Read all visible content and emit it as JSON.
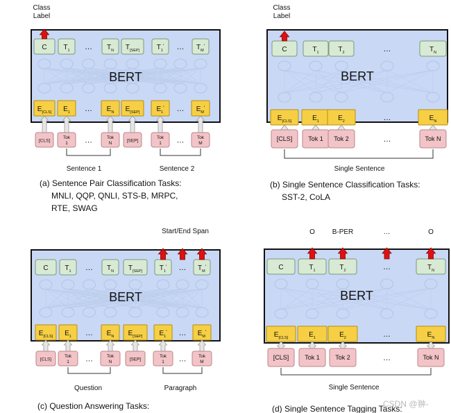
{
  "watermark": "CSDN @翀-",
  "colors": {
    "bert_fill": "#c9d8f5",
    "box_stroke": "#111111",
    "t_fill": "#d8ead3",
    "t_stroke": "#7a9a7a",
    "e_fill": "#f6cf44",
    "e_stroke": "#b58e10",
    "tok_fill": "#f2c4c8",
    "tok_stroke": "#b9868a",
    "arrow_red": "#dd1111",
    "arrow_grey": "#e6e6e6",
    "arrow_grey_stroke": "#9a9a9a"
  },
  "panels": [
    {
      "id": "a",
      "bert_label": "BERT",
      "top_label": [
        "Class",
        "Label"
      ],
      "out_labels": [],
      "span_label": "",
      "t_tokens": [
        [
          "C",
          ""
        ],
        [
          "T",
          "1"
        ],
        [
          "…",
          ""
        ],
        [
          "T",
          "N"
        ],
        [
          "T",
          "[SEP]"
        ],
        [
          "T",
          "1",
          "'"
        ],
        [
          "…",
          ""
        ],
        [
          "T",
          "M",
          "'"
        ]
      ],
      "e_tokens": [
        [
          "E",
          "[CLS]"
        ],
        [
          "E",
          "1"
        ],
        [
          "…",
          ""
        ],
        [
          "E",
          "N"
        ],
        [
          "E",
          "[SEP]"
        ],
        [
          "E",
          "1",
          "'"
        ],
        [
          "…",
          ""
        ],
        [
          "E",
          "M",
          "'"
        ]
      ],
      "in_tokens": [
        [
          "[CLS]"
        ],
        [
          "Tok",
          "1"
        ],
        [
          "…"
        ],
        [
          "Tok",
          "N"
        ],
        [
          "[SEP]"
        ],
        [
          "Tok",
          "1"
        ],
        [
          "…"
        ],
        [
          "Tok",
          "M"
        ]
      ],
      "groups": [
        {
          "label": "Sentence 1"
        },
        {
          "label": "Sentence 2"
        }
      ],
      "caption": [
        "(a) Sentence Pair Classification Tasks:",
        "MNLI, QQP, QNLI, STS-B, MRPC,",
        "RTE, SWAG"
      ]
    },
    {
      "id": "b",
      "bert_label": "BERT",
      "top_label": [
        "Class",
        "Label"
      ],
      "out_labels": [],
      "span_label": "",
      "t_tokens": [
        [
          "C",
          ""
        ],
        [
          "T",
          "1"
        ],
        [
          "T",
          "2"
        ],
        [
          "…",
          ""
        ],
        [
          "T",
          "N"
        ]
      ],
      "e_tokens": [
        [
          "E",
          "[CLS]"
        ],
        [
          "E",
          "1"
        ],
        [
          "E",
          "2"
        ],
        [
          "…",
          ""
        ],
        [
          "E",
          "N"
        ]
      ],
      "in_tokens": [
        [
          "[CLS]"
        ],
        [
          "Tok 1"
        ],
        [
          "Tok 2"
        ],
        [
          "…"
        ],
        [
          "Tok N"
        ]
      ],
      "groups": [
        {
          "label": "Single Sentence"
        }
      ],
      "caption": [
        "(b) Single Sentence Classification Tasks:",
        "SST-2, CoLA"
      ]
    },
    {
      "id": "c",
      "bert_label": "BERT",
      "top_label": [],
      "out_labels": [],
      "span_label": "Start/End Span",
      "t_tokens": [
        [
          "C",
          ""
        ],
        [
          "T",
          "1"
        ],
        [
          "…",
          ""
        ],
        [
          "T",
          "N"
        ],
        [
          "T",
          "[SEP]"
        ],
        [
          "T",
          "1",
          "'"
        ],
        [
          "…",
          ""
        ],
        [
          "T",
          "M",
          "'"
        ]
      ],
      "e_tokens": [
        [
          "E",
          "[CLS]"
        ],
        [
          "E",
          "1"
        ],
        [
          "…",
          ""
        ],
        [
          "E",
          "N"
        ],
        [
          "E",
          "[SEP]"
        ],
        [
          "E",
          "1",
          "'"
        ],
        [
          "…",
          ""
        ],
        [
          "E",
          "M",
          "'"
        ]
      ],
      "in_tokens": [
        [
          "[CLS]"
        ],
        [
          "Tok",
          "1"
        ],
        [
          "…"
        ],
        [
          "Tok",
          "N"
        ],
        [
          "[SEP]"
        ],
        [
          "Tok",
          "1"
        ],
        [
          "…"
        ],
        [
          "Tok",
          "M"
        ]
      ],
      "groups": [
        {
          "label": "Question"
        },
        {
          "label": "Paragraph"
        }
      ],
      "caption": [
        "(c) Question Answering Tasks:"
      ]
    },
    {
      "id": "d",
      "bert_label": "BERT",
      "top_label": [],
      "out_labels": [
        "O",
        "B-PER",
        "…",
        "O"
      ],
      "span_label": "",
      "t_tokens": [
        [
          "C",
          ""
        ],
        [
          "T",
          "1"
        ],
        [
          "T",
          "2"
        ],
        [
          "…",
          ""
        ],
        [
          "T",
          "N"
        ]
      ],
      "e_tokens": [
        [
          "E",
          "[CLS]"
        ],
        [
          "E",
          "1"
        ],
        [
          "E",
          "2"
        ],
        [
          "…",
          ""
        ],
        [
          "E",
          "N"
        ]
      ],
      "in_tokens": [
        [
          "[CLS]"
        ],
        [
          "Tok 1"
        ],
        [
          "Tok 2"
        ],
        [
          "…"
        ],
        [
          "Tok N"
        ]
      ],
      "groups": [
        {
          "label": "Single Sentence"
        }
      ],
      "caption": [
        "(d) Single Sentence Tagging Tasks:"
      ]
    }
  ]
}
